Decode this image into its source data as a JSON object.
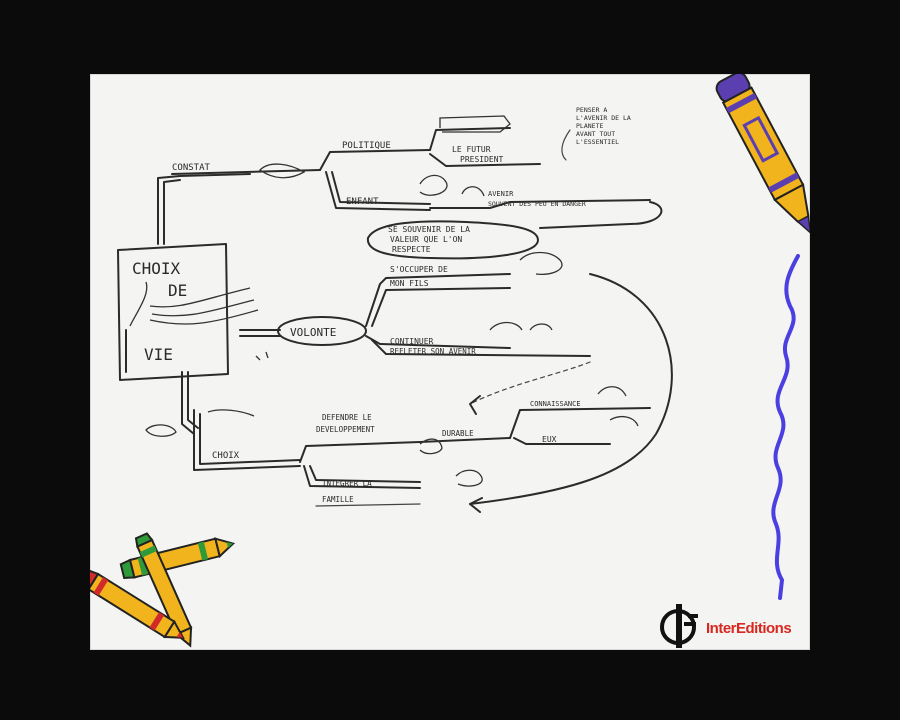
{
  "diagram": {
    "center_node": {
      "line1": "CHOIX",
      "line2": "DE",
      "line3": "VIE"
    },
    "branches": {
      "constat": "CONSTAT",
      "politique": "POLITIQUE",
      "le_futur": "LE FUTUR",
      "president": "PRESIDENT",
      "penser": [
        "PENSER A",
        "L'AVENIR DE LA",
        "PLANETE",
        "AVANT TOUT",
        "L'ESSENTIEL"
      ],
      "enfant": "ENFANT",
      "enfant_detail": [
        "AVENIR",
        "SOUVENT DES PEU EN DANGER"
      ],
      "souvenir_bubble": [
        "SE SOUVENIR DE LA",
        "VALEUR QUE L'ON",
        "RESPECTE"
      ],
      "volonte": "VOLONTE",
      "s_occuper": "S'OCCUPER DE",
      "mon_fils": "MON FILS",
      "continuer": "CONTINUER",
      "refleter": "REFLETER SON AVENIR",
      "choix": "CHOIX",
      "defendre": [
        "DEFENDRE LE",
        "DEVELOPPEMENT",
        "DURABLE"
      ],
      "connaissance": "CONNAISSANCE",
      "eux": "EUX",
      "integrer": [
        "INTEGRER LA",
        "FAMILLE"
      ]
    }
  },
  "branding": {
    "logo_mark": "IE",
    "logo_text": "InterEditions"
  },
  "colors": {
    "background": "#0b0b0b",
    "paper": "#f4f4f2",
    "ink": "#2b2b2b",
    "crayon_yellow": "#f2b41d",
    "crayon_purple": "#5b3fb0",
    "squiggle_blue": "#4a3fe0",
    "crayon_red": "#d22a2a",
    "crayon_green": "#2e9a3a",
    "brand_red": "#d8281f"
  }
}
